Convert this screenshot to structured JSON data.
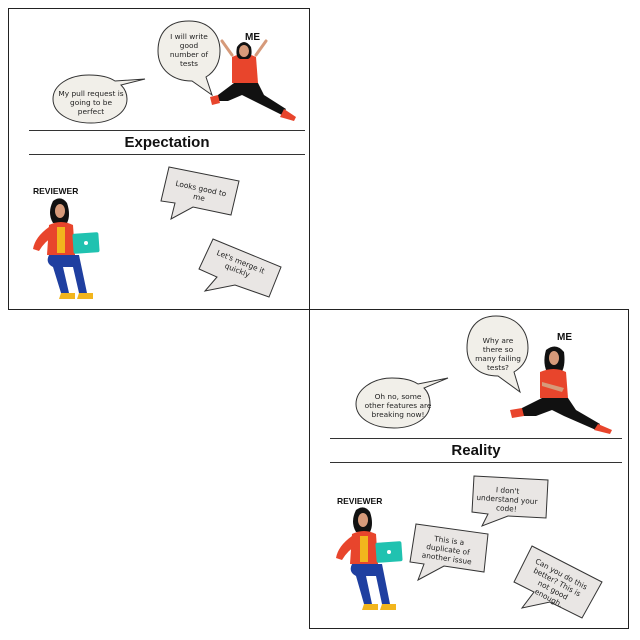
{
  "expectation": {
    "me_label": "ME",
    "me_bubble": "I will write good number of tests",
    "pr_bubble": "My pull request is going to be perfect",
    "header": "Expectation",
    "reviewer_label": "REVIEWER",
    "note_1": "Looks good to me",
    "note_2": "Let's merge it quickly"
  },
  "reality": {
    "me_label": "ME",
    "me_bubble": "Why are there so many failing tests?",
    "other_bubble": "Oh no, some other features are breaking now!",
    "header": "Reality",
    "reviewer_label": "REVIEWER",
    "note_1": "I don't understand your code!",
    "note_2": "This is a duplicate of another issue",
    "note_3": "Can you do this better? This is not good enough."
  },
  "colors": {
    "shirt": "#e8452c",
    "laptop": "#20c2b0",
    "pants": "#1f3fa0",
    "shoes": "#f2b51d",
    "hair": "#111111",
    "bubble_fill": "#f1efe9",
    "note_fill": "#e9e6e4"
  }
}
